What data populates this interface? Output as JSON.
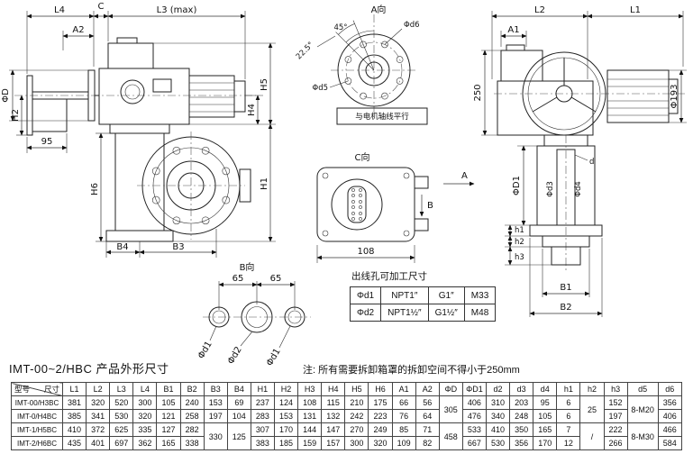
{
  "footer": {
    "title": "IMT-00~2/HBC 产品外形尺寸",
    "note": "注: 所有需要拆卸箱罩的拆卸空间不得小于250mm"
  },
  "labels": {
    "a_view": "A向",
    "b_view": "B向",
    "c_view": "C向",
    "motor_note": "与电机轴线平行",
    "L1": "L1",
    "L2": "L2",
    "L3max": "L3 (max)",
    "L4": "L4",
    "C": "C",
    "A1": "A1",
    "A2": "A2",
    "B1": "B1",
    "B2": "B2",
    "B3": "B3",
    "B4": "B4",
    "H1": "H1",
    "H2": "H2",
    "H4": "H4",
    "H5": "H5",
    "H6": "H6",
    "phiD": "ΦD",
    "phiD1": "ΦD1",
    "phi193": "Φ193",
    "phid1": "Φd1",
    "phid2": "Φd2",
    "phid3": "Φd3",
    "phid4": "Φd4",
    "phid5": "Φd5",
    "phid6": "Φd6",
    "d": "d",
    "h1": "h1",
    "h2": "h2",
    "h3": "h3",
    "n95": "95",
    "n250": "250",
    "n108": "108",
    "n65a": "65",
    "n65b": "65",
    "deg45": "45°",
    "deg225": "22.5°",
    "dirA": "A",
    "dirB": "B"
  },
  "hole_table": {
    "title": "出线孔可加工尺寸",
    "rows": [
      [
        "Φd1",
        "NPT1″",
        "G1″",
        "M33"
      ],
      [
        "Φd2",
        "NPT1½″",
        "G1½″",
        "M48"
      ]
    ]
  },
  "dim_table": {
    "corner_top": "尺寸",
    "corner_bottom": "型号",
    "columns": [
      "L1",
      "L2",
      "L3",
      "L4",
      "B1",
      "B2",
      "B3",
      "B4",
      "H1",
      "H2",
      "H3",
      "H4",
      "H5",
      "H6",
      "A1",
      "A2",
      "ΦD",
      "ΦD1",
      "d2",
      "d3",
      "d4",
      "h1",
      "h2",
      "h3",
      "d5",
      "d6"
    ],
    "rows": [
      {
        "model": "IMT-00/H3BC",
        "cells": [
          "381",
          "320",
          "520",
          "300",
          "105",
          "240",
          "153",
          "69",
          "237",
          "124",
          "108",
          "115",
          "210",
          "175",
          "66",
          "56",
          [
            "305",
            2
          ],
          "406",
          "310",
          "203",
          "95",
          "6",
          [
            "25",
            2
          ],
          "152",
          [
            "8-M20",
            2
          ],
          "356"
        ]
      },
      {
        "model": "IMT-0/H4BC",
        "cells": [
          "385",
          "341",
          "530",
          "320",
          "121",
          "258",
          "197",
          "104",
          "283",
          "153",
          "131",
          "132",
          "242",
          "223",
          "76",
          "64",
          null,
          "476",
          "340",
          "248",
          "105",
          "6",
          null,
          "197",
          null,
          "406"
        ]
      },
      {
        "model": "IMT-1/H5BC",
        "cells": [
          "410",
          "372",
          "625",
          "335",
          "127",
          "282",
          [
            "330",
            2
          ],
          [
            "125",
            2
          ],
          "307",
          "170",
          "144",
          "147",
          "270",
          "249",
          "85",
          "71",
          [
            "458",
            2
          ],
          "533",
          "410",
          "350",
          "165",
          "7",
          [
            "/",
            2
          ],
          "222",
          [
            "8-M30",
            2
          ],
          "466"
        ]
      },
      {
        "model": "IMT-2/H6BC",
        "cells": [
          "435",
          "401",
          "697",
          "362",
          "165",
          "338",
          null,
          null,
          "383",
          "185",
          "159",
          "157",
          "300",
          "320",
          "109",
          "82",
          null,
          "667",
          "530",
          "356",
          "170",
          "12",
          null,
          "266",
          null,
          "584"
        ]
      }
    ]
  }
}
